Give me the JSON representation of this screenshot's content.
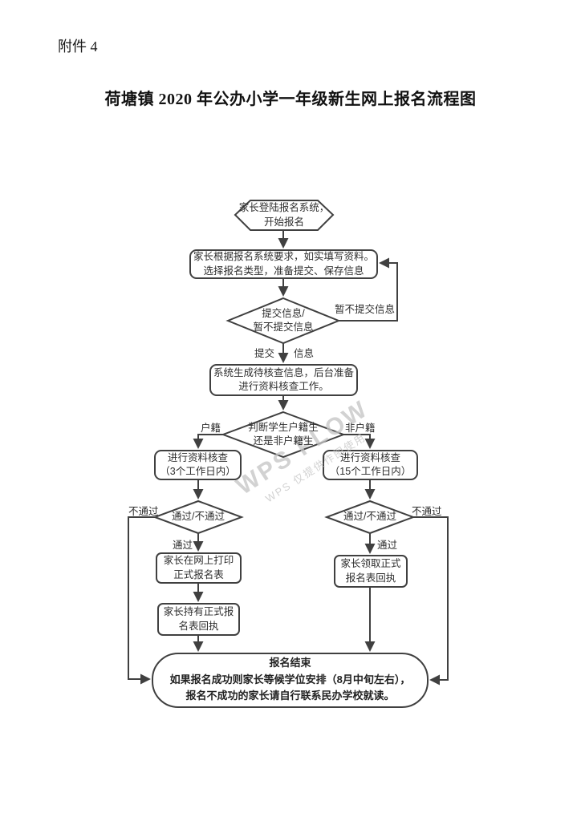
{
  "page": {
    "attachment_label": "附件 4",
    "title": "荷塘镇 2020 年公办小学一年级新生网上报名流程图"
  },
  "watermark": {
    "big": "WPS FLOW",
    "small": "WPS 仅提供作图使用"
  },
  "flowchart": {
    "colors": {
      "stroke": "#404040",
      "text": "#2e2e2e",
      "watermark": "#c4c4c4"
    },
    "nodes": {
      "start": "家长登陆报名系统，\n开始报名",
      "fill_info": "家长根据报名系统要求，如实填写资料。\n选择报名类型，准备提交、保存信息",
      "submit_decision": "提交信息/\n暂不提交信息",
      "generate_info": "系统生成待核查信息，后台准备\n进行资料核查工作。",
      "hukou_decision": "判断学生户籍生\n还是非户籍生",
      "check_local": "进行资料核查\n（3个工作日内）",
      "check_nonlocal": "进行资料核查\n（15个工作日内）",
      "pass_decision_local": "通过/不通过",
      "pass_decision_nonlocal": "通过/不通过",
      "print_form": "家长在网上打印\n正式报名表",
      "hold_receipt": "家长持有正式报\n名表回执",
      "receive_receipt": "家长领取正式\n报名表回执",
      "end": "报名结束\n如果报名成功则家长等候学位安排（8月中旬左右），\n报名不成功的家长请自行联系民办学校就读。"
    },
    "edge_labels": {
      "not_submit": "暂不提交信息",
      "submit": "提交",
      "info": "信息",
      "local": "户籍",
      "nonlocal": "非户籍",
      "pass_left": "通过",
      "pass_right": "通过",
      "fail_left": "不通过",
      "fail_right": "不通过"
    }
  }
}
